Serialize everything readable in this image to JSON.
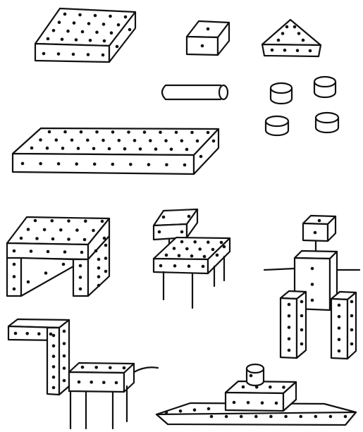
{
  "illustration": {
    "style": "black line drawing of construction blocks and assembled toys",
    "colors": {
      "ink": "#111111",
      "paper": "#ffffff"
    },
    "parts": [
      "square-plate",
      "small-cube",
      "triangle-block",
      "round-rod",
      "disc-pegs",
      "long-plank"
    ],
    "models": [
      "table",
      "chair",
      "robot-figure",
      "horse",
      "boat"
    ]
  }
}
